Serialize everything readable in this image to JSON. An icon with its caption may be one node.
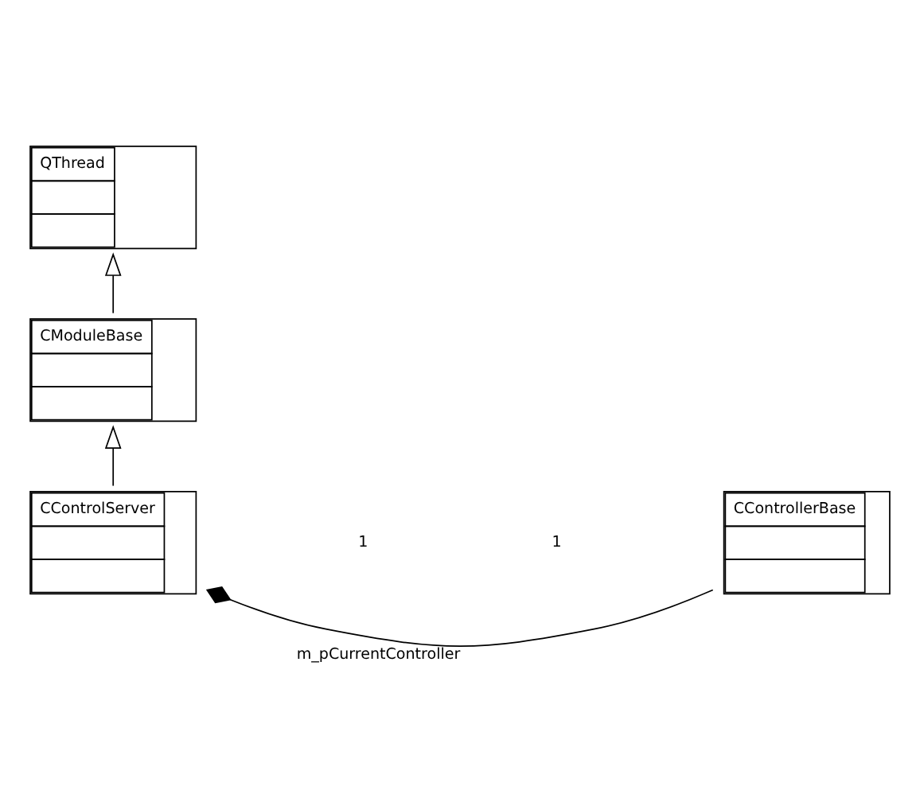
{
  "diagram": {
    "nodes": [
      {
        "text": [
          "QThread"
        ]
      },
      {
        "text": [
          "CModuleBase"
        ]
      },
      {
        "text": [
          "CControlServer"
        ]
      },
      {
        "text": [
          "CControllerBase"
        ]
      }
    ],
    "edges": [
      {
        "from": 1,
        "to": 0,
        "arrow": "to"
      },
      {
        "from": 2,
        "to": 1,
        "arrow": "to"
      },
      {
        "from": 2,
        "to": 3,
        "arrow": "other",
        "label": "m_pCurrentController"
      }
    ],
    "labels": [
      "1",
      "1"
    ]
  }
}
